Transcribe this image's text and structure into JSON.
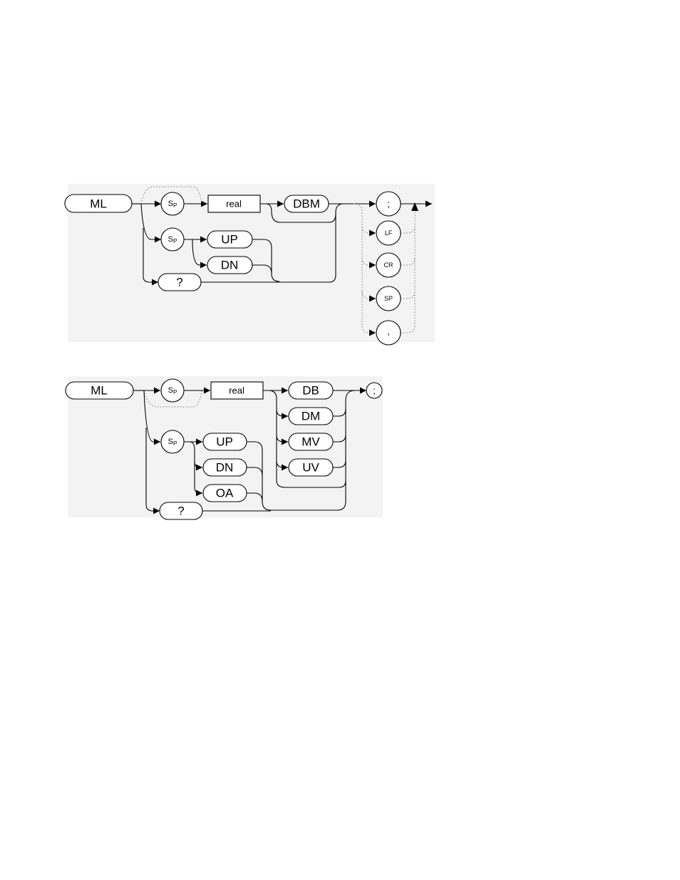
{
  "diagram1": {
    "command": "ML",
    "sp": "S",
    "sp_sub": "P",
    "param": "real",
    "unit": "DBM",
    "up": "UP",
    "dn": "DN",
    "query": "?",
    "terminators": [
      ";",
      "LF",
      "CR",
      "SP",
      ","
    ]
  },
  "diagram2": {
    "command": "ML",
    "sp": "S",
    "sp_sub": "P",
    "param": "real",
    "units": [
      "DB",
      "DM",
      "MV",
      "UV"
    ],
    "up": "UP",
    "dn": "DN",
    "oa": "OA",
    "query": "?",
    "terminator": ";"
  },
  "colors": {
    "line": "#000000",
    "optional_path": "#777777",
    "shading": "#f3f3f3"
  }
}
